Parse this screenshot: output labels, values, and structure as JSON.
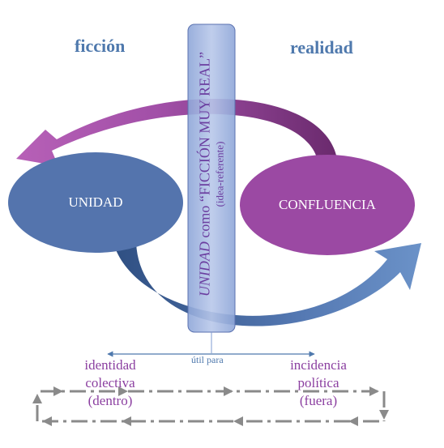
{
  "headers": {
    "left": "ficción",
    "right": "realidad"
  },
  "ellipses": {
    "left": "UNIDAD",
    "right": "CONFLUENCIA"
  },
  "center": {
    "main_italic": "UNIDAD",
    "main_rest": " como “FICCIÓN MUY REAL”",
    "sub": "(idea-referente)"
  },
  "bottom": {
    "useful_for": "útil para",
    "left_lines": [
      "identidad",
      "colectiva",
      "(dentro)"
    ],
    "right_lines": [
      "incidencia",
      "política",
      "(fuera)"
    ]
  },
  "colors": {
    "blue": "#4f79ad",
    "purple": "#9a4aa2",
    "grey": "#8a8a8a"
  }
}
